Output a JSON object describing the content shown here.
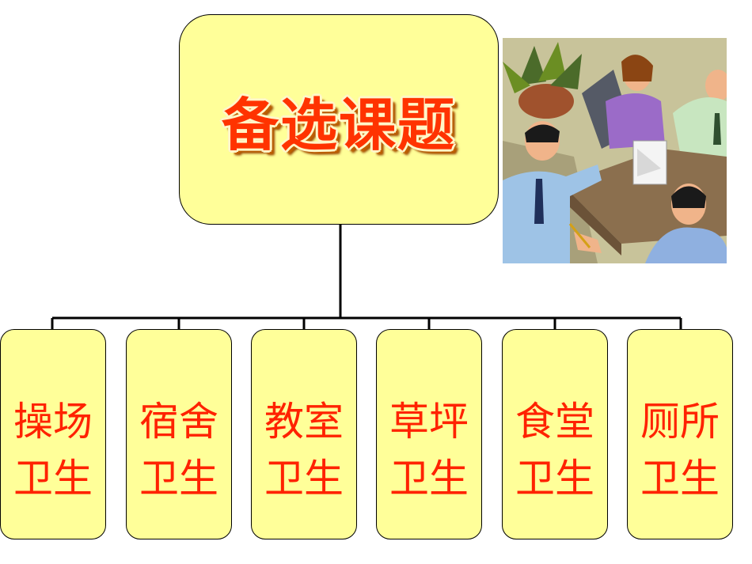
{
  "root": {
    "title": "备选课题"
  },
  "children": [
    {
      "label": "操场\n卫生"
    },
    {
      "label": "宿舍\n卫生"
    },
    {
      "label": "教室\n卫生"
    },
    {
      "label": "草坪\n卫生"
    },
    {
      "label": "食堂\n卫生"
    },
    {
      "label": "厕所\n卫生"
    }
  ],
  "colors": {
    "box_fill": "#ffff99",
    "text": "#ff2200"
  },
  "icons": {
    "clipart": "business-meeting-illustration"
  }
}
